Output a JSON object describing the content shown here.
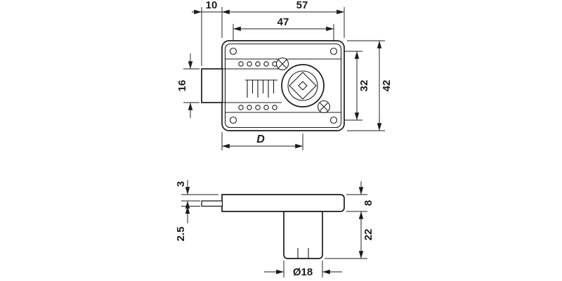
{
  "colors": {
    "background": "#ffffff",
    "line": "#1b1b1b"
  },
  "plan_view": {
    "dims": {
      "bolt_protrusion": "10",
      "case_width": "57",
      "screw_hole_spacing_h": "47",
      "bolt_width": "16",
      "screw_hole_spacing_v": "32",
      "case_height": "42",
      "backset": "D"
    }
  },
  "side_view": {
    "dims": {
      "nose_offset": "3",
      "nose_thickness": "2.5",
      "plate_thickness": "8",
      "cylinder_length": "22",
      "cylinder_diameter": "Ø18"
    }
  }
}
